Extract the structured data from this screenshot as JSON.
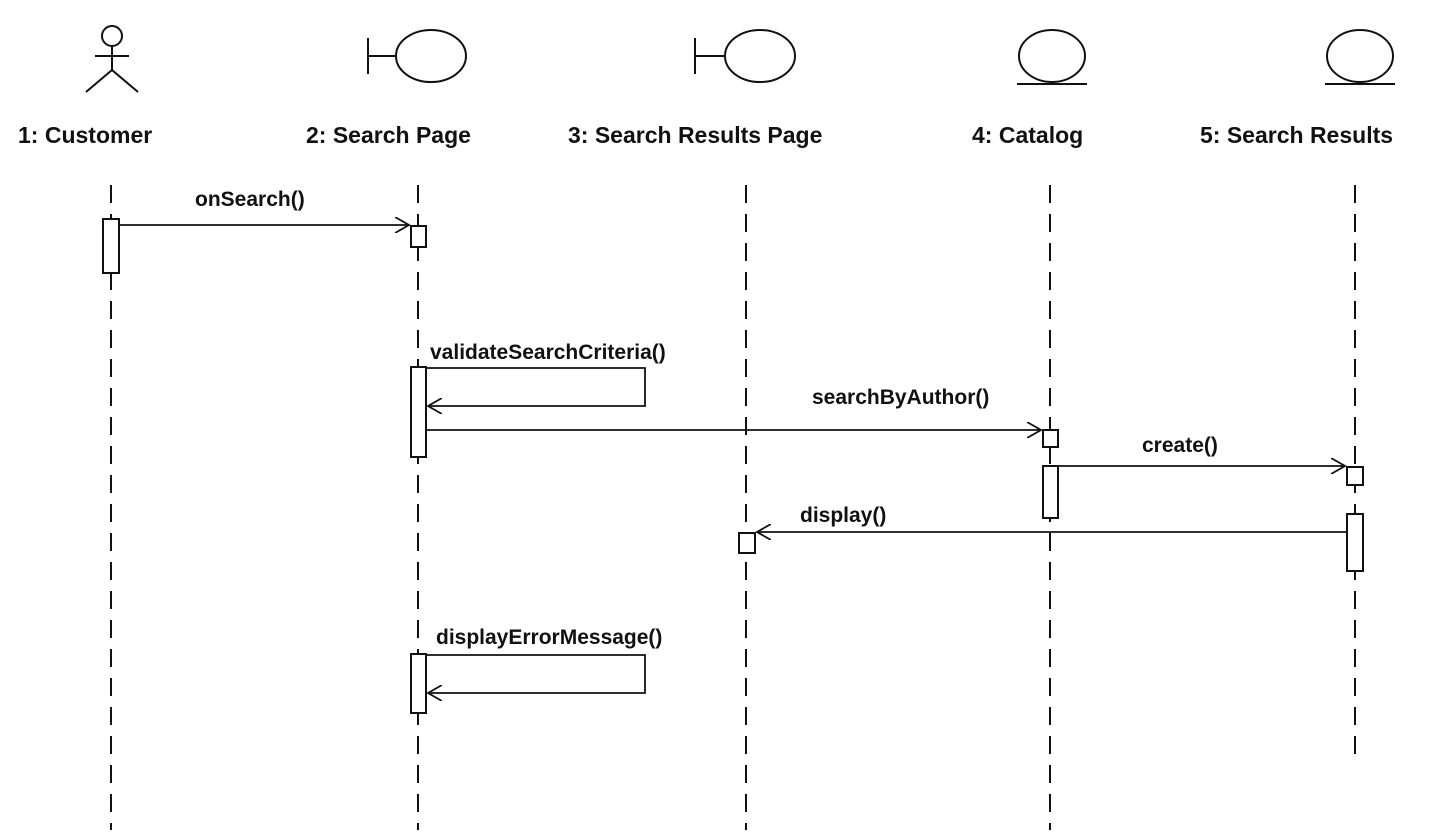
{
  "diagram": {
    "type": "uml-sequence-diagram",
    "participants": [
      {
        "id": "customer",
        "label": "1: Customer",
        "kind": "actor-icon"
      },
      {
        "id": "search-page",
        "label": "2: Search Page",
        "kind": "boundary-icon"
      },
      {
        "id": "search-results-page",
        "label": "3: Search Results Page",
        "kind": "boundary-icon"
      },
      {
        "id": "catalog",
        "label": "4: Catalog",
        "kind": "entity-icon"
      },
      {
        "id": "search-results",
        "label": "5: Search Results",
        "kind": "entity-icon"
      }
    ],
    "messages": [
      {
        "id": "onsearch",
        "label": "onSearch()",
        "from": "customer",
        "to": "search-page"
      },
      {
        "id": "validatesearchcriteria",
        "label": "validateSearchCriteria()",
        "from": "search-page",
        "to": "search-page"
      },
      {
        "id": "searchbyauthor",
        "label": "searchByAuthor()",
        "from": "search-page",
        "to": "catalog"
      },
      {
        "id": "create",
        "label": "create()",
        "from": "catalog",
        "to": "search-results"
      },
      {
        "id": "display",
        "label": "display()",
        "from": "search-results",
        "to": "search-results-page"
      },
      {
        "id": "displayerrormessage",
        "label": "displayErrorMessage()",
        "from": "search-page",
        "to": "search-page"
      }
    ]
  }
}
